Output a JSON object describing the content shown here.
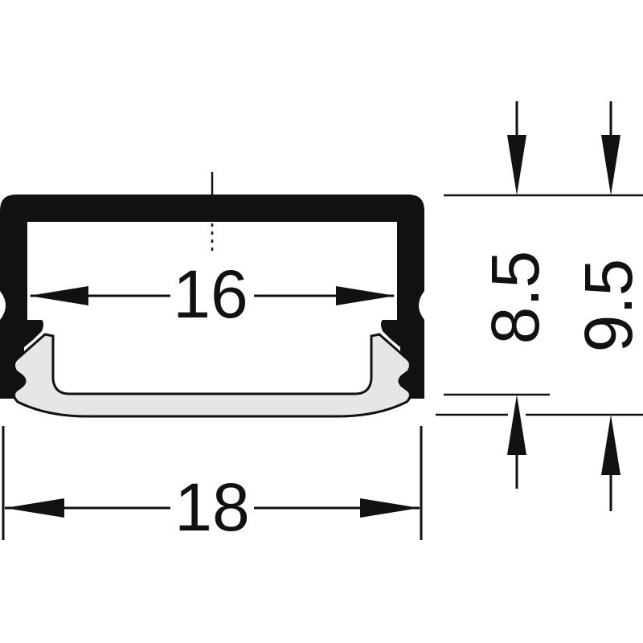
{
  "dimensions": {
    "inner_width": "16",
    "outer_width": "18",
    "inner_height": "8.5",
    "outer_height": "9.5"
  },
  "colors": {
    "profile": "#111111",
    "diffuser": "#e6e6e6",
    "background": "#ffffff"
  }
}
